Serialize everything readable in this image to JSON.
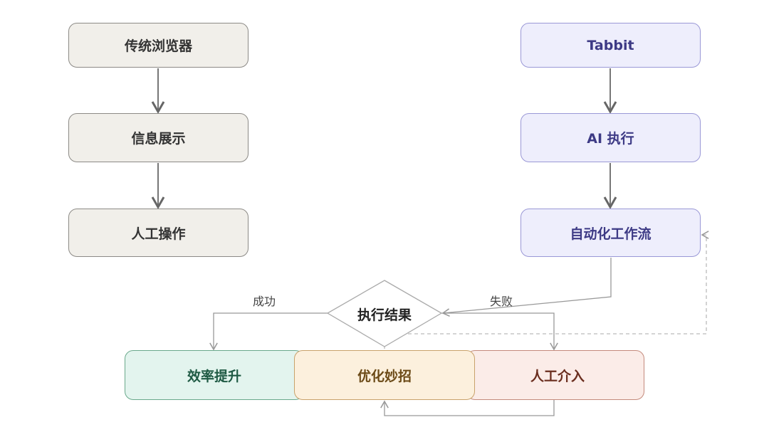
{
  "left_flow": [
    "传统浏览器",
    "信息展示",
    "人工操作"
  ],
  "right_flow": [
    "Tabbit",
    "AI 执行",
    "自动化工作流"
  ],
  "decision": "执行结果",
  "edge_labels": {
    "success": "成功",
    "failure": "失败"
  },
  "outcomes": [
    "效率提升",
    "优化妙招",
    "人工介入"
  ]
}
